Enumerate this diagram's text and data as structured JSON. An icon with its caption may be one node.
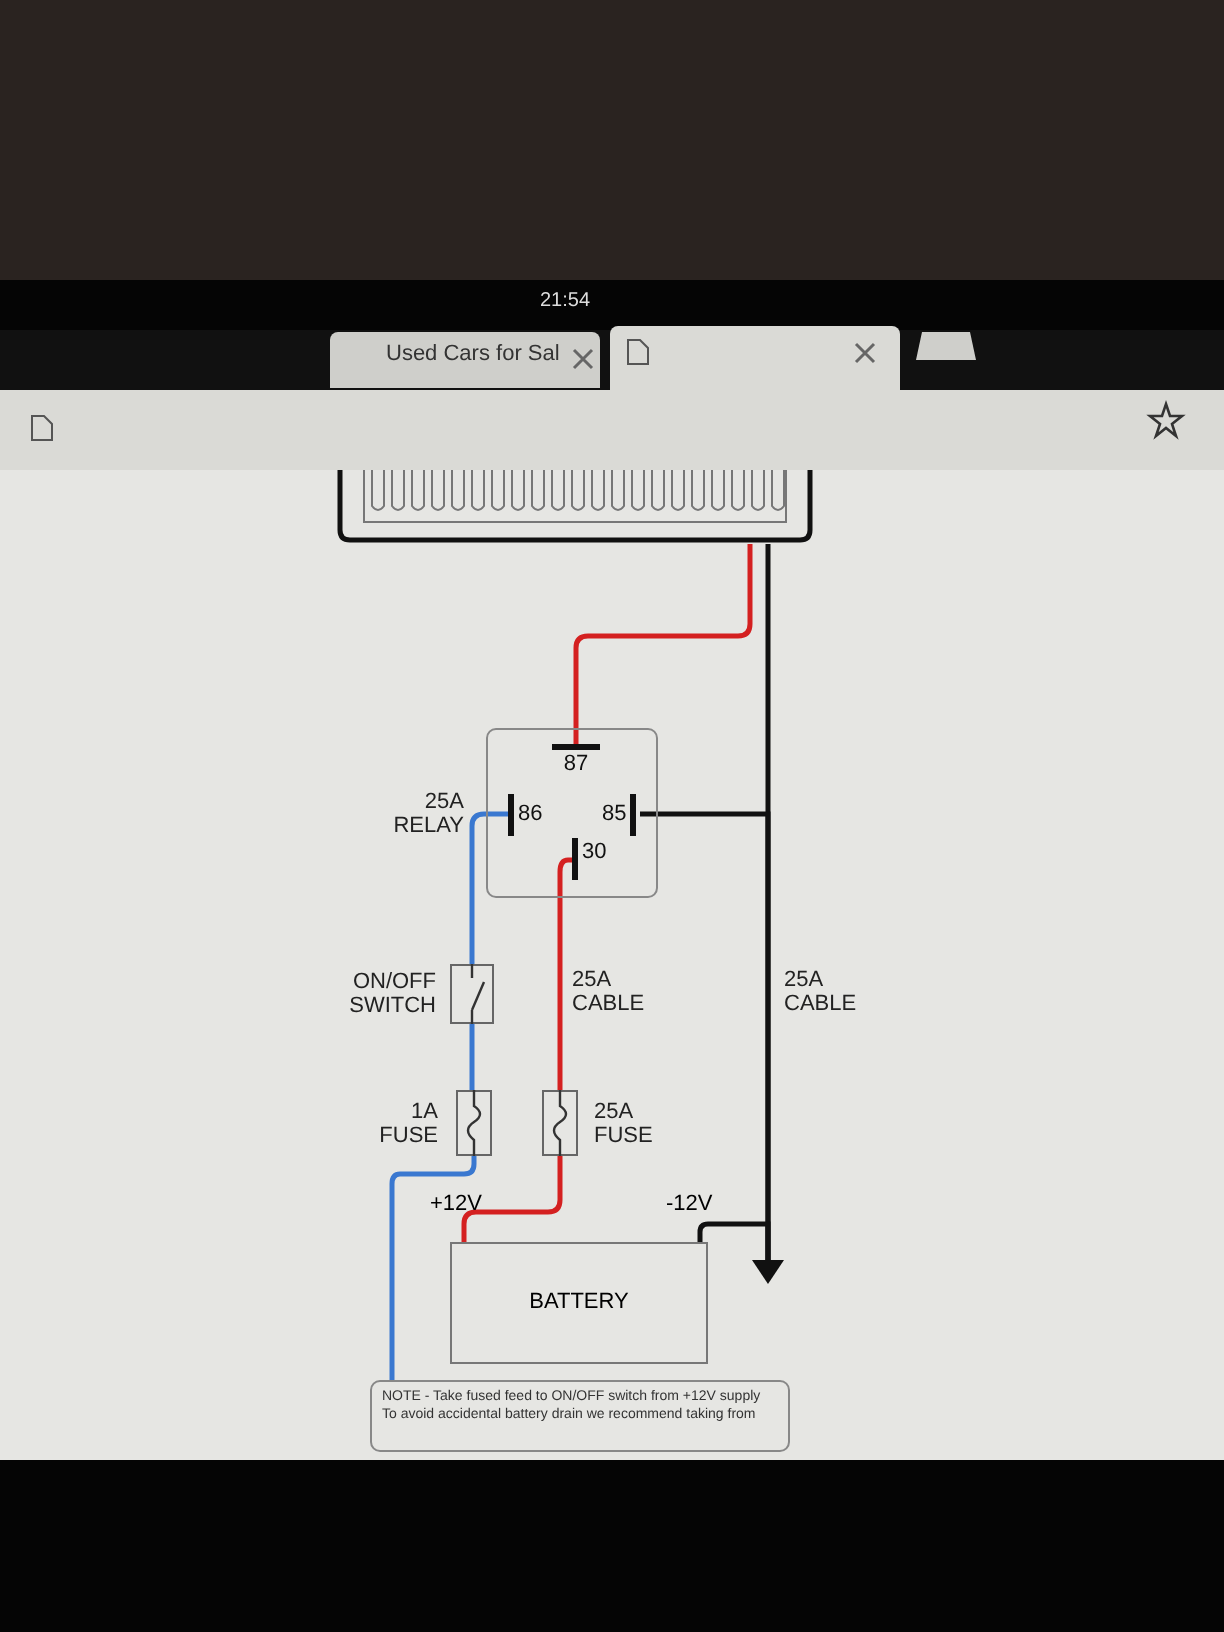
{
  "diagram": {
    "nodes": [
      {
        "text": [],
        "shape": "box"
      },
      {
        "text": [
          "25A RELAY"
        ]
      },
      {
        "text": [
          "87"
        ],
        "in": 1
      },
      {
        "text": [
          "86"
        ],
        "in": 1
      },
      {
        "text": [
          "85"
        ],
        "in": 1
      },
      {
        "text": [
          "30"
        ],
        "in": 1
      },
      {
        "text": [
          "ON/OFF SWITCH"
        ]
      },
      {
        "text": [
          "1A FUSE"
        ]
      },
      {
        "text": [
          "25A FUSE"
        ]
      },
      {
        "text": [
          "BATTERY"
        ],
        "beside": [
          "+12V",
          "-12V"
        ]
      },
      {
        "text": [],
        "shape": "triangle"
      },
      {
        "text": [
          "NOTE - Take fused feed to ON/OFF switch from +12V supply To avoid accidental battery drain we recommend taking from"
        ]
      }
    ],
    "edges": [
      {
        "from": 0,
        "to": 2,
        "arrow": "none",
        "color": "#d42020"
      },
      {
        "from": 0,
        "to": 10,
        "arrow": "none",
        "label": "25A CABLE",
        "color": "#111111"
      },
      {
        "from": 4,
        "to": 10,
        "arrow": "none",
        "color": "#111111"
      },
      {
        "from": 9,
        "to": 10,
        "arrow": "none",
        "color": "#111111"
      },
      {
        "from": 3,
        "to": 6,
        "arrow": "none",
        "color": "#3a78d0"
      },
      {
        "from": 6,
        "to": 7,
        "arrow": "none",
        "color": "#3a78d0"
      },
      {
        "from": 7,
        "to": 11,
        "arrow": "none",
        "color": "#3a78d0"
      },
      {
        "from": 5,
        "to": 8,
        "arrow": "none",
        "color": "#d42020",
        "label": "25A CABLE"
      },
      {
        "from": 8,
        "to": 9,
        "arrow": "none",
        "color": "#d42020"
      }
    ],
    "labels": [
      "21:54",
      "Used Cars for Sal"
    ]
  }
}
